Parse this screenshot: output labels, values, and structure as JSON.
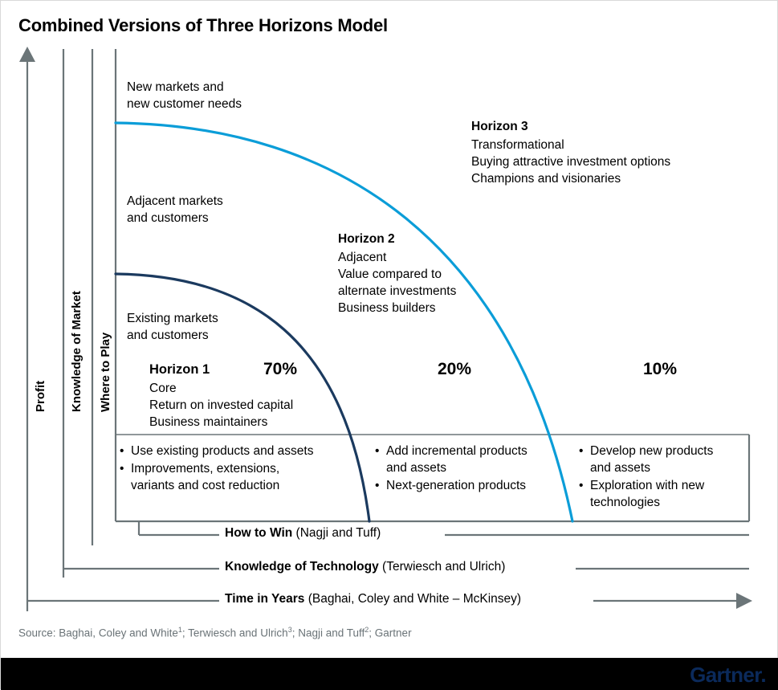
{
  "title": "Combined Versions of Three Horizons Model",
  "colors": {
    "horizon3_curve": "#0b9dd8",
    "horizon1_curve": "#1b3a5f",
    "axis_gray": "#6b7578",
    "source_gray": "#6a7377",
    "footer_bar": "#000000",
    "logo_navy": "#0b2a5b"
  },
  "vertical_axes": [
    {
      "label": "Profit"
    },
    {
      "label": "Knowledge of Market"
    },
    {
      "label": "Where to Play"
    }
  ],
  "market_labels": [
    {
      "text": "New markets and\nnew customer needs"
    },
    {
      "text": "Adjacent markets\nand customers"
    },
    {
      "text": "Existing markets\nand customers"
    }
  ],
  "horizons": [
    {
      "heading": "Horizon 1",
      "percent": "70%",
      "lines": "Core\nReturn on invested capital\nBusiness maintainers",
      "bullets": [
        "Use existing products and assets",
        "Improvements, extensions,\nvariants and cost reduction"
      ]
    },
    {
      "heading": "Horizon 2",
      "percent": "20%",
      "lines": "Adjacent\nValue compared to\nalternate investments\nBusiness builders",
      "bullets": [
        "Add incremental products\nand assets",
        "Next-generation products"
      ]
    },
    {
      "heading": "Horizon 3",
      "percent": "10%",
      "lines": "Transformational\nBuying attractive investment options\nChampions and visionaries",
      "bullets": [
        "Develop new products\nand assets",
        "Exploration with new\ntechnologies"
      ]
    }
  ],
  "bottom_axes": [
    {
      "bold": "How to Win",
      "rest": " (Nagji and Tuff)"
    },
    {
      "bold": "Knowledge of Technology",
      "rest": " (Terwiesch and Ulrich)"
    },
    {
      "bold": "Time in Years",
      "rest": " (Baghai, Coley and White – McKinsey)"
    }
  ],
  "source": {
    "prefix": "Source: Baghai, Coley and White",
    "sup1": "1",
    "mid1": "; Terwiesch and Ulrich",
    "sup2": "3",
    "mid2": "; Nagji and Tuff",
    "sup3": "2",
    "suffix": "; Gartner"
  },
  "logo": "Gartner.",
  "chart_data": {
    "type": "area",
    "title": "Combined Versions of Three Horizons Model",
    "xlabel": "Time in Years / Knowledge of Technology / How to Win",
    "ylabel": "Profit / Knowledge of Market / Where to Play",
    "grid": false,
    "legend": "none",
    "categories": [
      "Horizon 1",
      "Horizon 2",
      "Horizon 3"
    ],
    "values": [
      70,
      20,
      10
    ],
    "value_unit": "%",
    "series": [
      {
        "name": "Horizon 1 boundary (core)",
        "color": "#1b3a5f",
        "note": "quarter-arc falling from left at Existing markets level to baseline at ~48% width"
      },
      {
        "name": "Horizon 3 boundary (transformational)",
        "color": "#0b9dd8",
        "note": "quarter-arc falling from left at New markets level to baseline at ~74% width"
      }
    ]
  }
}
